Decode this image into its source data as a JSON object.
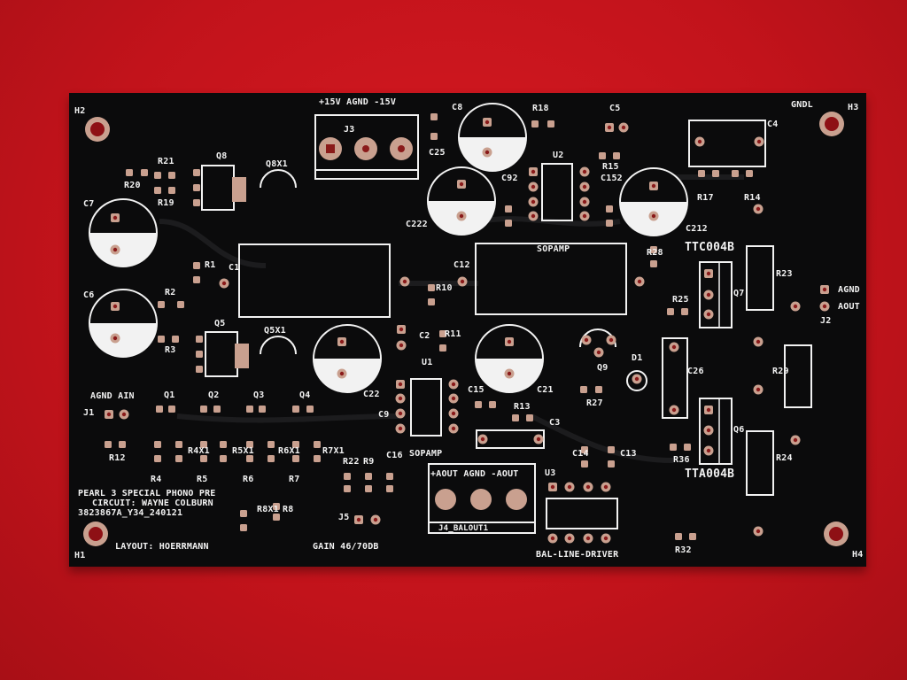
{
  "board": {
    "mount_holes": [
      "H1",
      "H2",
      "H3",
      "H4"
    ],
    "info_lines": [
      "PEARL 3 SPECIAL PHONO PRE",
      "CIRCUIT: WAYNE COLBURN",
      "3823867A_Y34_240121"
    ],
    "layout_credit": "LAYOUT: HOERRMANN",
    "gain": "GAIN 46/70DB",
    "bal_driver": "BAL-LINE-DRIVER",
    "sopamp_top": "SOPAMP",
    "sopamp_bottom": "SOPAMP",
    "ttc": "TTC004B",
    "tta": "TTA004B",
    "power_header": "+15V  AGND  -15V",
    "out_header": "+AOUT AGND -AOUT",
    "j4": "J4_BALOUT1",
    "gndl": "GNDL",
    "agnd_ain": "AGND AIN",
    "agnd": "AGND",
    "aout": "AOUT"
  },
  "refs": {
    "J1": "J1",
    "J2": "J2",
    "J3": "J3",
    "J5": "J5",
    "C1": "C1",
    "C2": "C2",
    "C3": "C3",
    "C4": "C4",
    "C5": "C5",
    "C6": "C6",
    "C7": "C7",
    "C8": "C8",
    "C9": "C9",
    "C12": "C12",
    "C13": "C13",
    "C14": "C14",
    "C15": "C15",
    "C16": "C16",
    "C21": "C21",
    "C22": "C22",
    "C25": "C25",
    "C26": "C26",
    "C92": "C92",
    "C152": "C152",
    "C212": "C212",
    "C222": "C222",
    "R1": "R1",
    "R2": "R2",
    "R3": "R3",
    "R4": "R4",
    "R5": "R5",
    "R6": "R6",
    "R7": "R7",
    "R8": "R8",
    "R9": "R9",
    "R10": "R10",
    "R11": "R11",
    "R12": "R12",
    "R13": "R13",
    "R14": "R14",
    "R15": "R15",
    "R17": "R17",
    "R18": "R18",
    "R19": "R19",
    "R20": "R20",
    "R21": "R21",
    "R22": "R22",
    "R23": "R23",
    "R24": "R24",
    "R25": "R25",
    "R27": "R27",
    "R28": "R28",
    "R29": "R29",
    "R32": "R32",
    "R36": "R36",
    "R4X1": "R4X1",
    "R5X1": "R5X1",
    "R6X1": "R6X1",
    "R7X1": "R7X1",
    "R8X1": "R8X1",
    "Q1": "Q1",
    "Q2": "Q2",
    "Q3": "Q3",
    "Q4": "Q4",
    "Q5": "Q5",
    "Q6": "Q6",
    "Q7": "Q7",
    "Q8": "Q8",
    "Q9": "Q9",
    "Q5X1": "Q5X1",
    "Q8X1": "Q8X1",
    "U1": "U1",
    "U2": "U2",
    "U3": "U3",
    "D1": "D1"
  },
  "colors": {
    "background": "#c8141c",
    "board": "#0b0b0c",
    "silkscreen": "#f2f2f2",
    "pad": "#c9a08f"
  }
}
